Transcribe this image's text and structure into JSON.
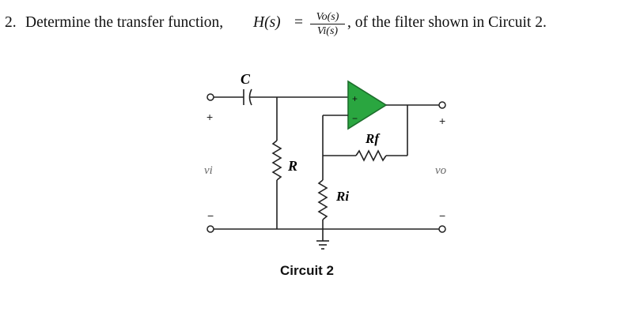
{
  "question": {
    "number": "2.",
    "text_before": "Determine the transfer function,",
    "func": "H(s)",
    "equals": "=",
    "numerator": "Vo(s)",
    "denominator": "Vi(s)",
    "text_after": ", of the filter shown in Circuit 2."
  },
  "circuit": {
    "caption": "Circuit 2",
    "capacitor_label": "C",
    "resistor_r_label": "R",
    "resistor_rf_label": "Rf",
    "resistor_ri_label": "Ri",
    "opamp_plus": "+",
    "opamp_minus": "−",
    "input_plus": "+",
    "input_minus": "−",
    "input_label": "vi",
    "output_plus": "+",
    "output_minus": "−",
    "output_label": "vo"
  }
}
